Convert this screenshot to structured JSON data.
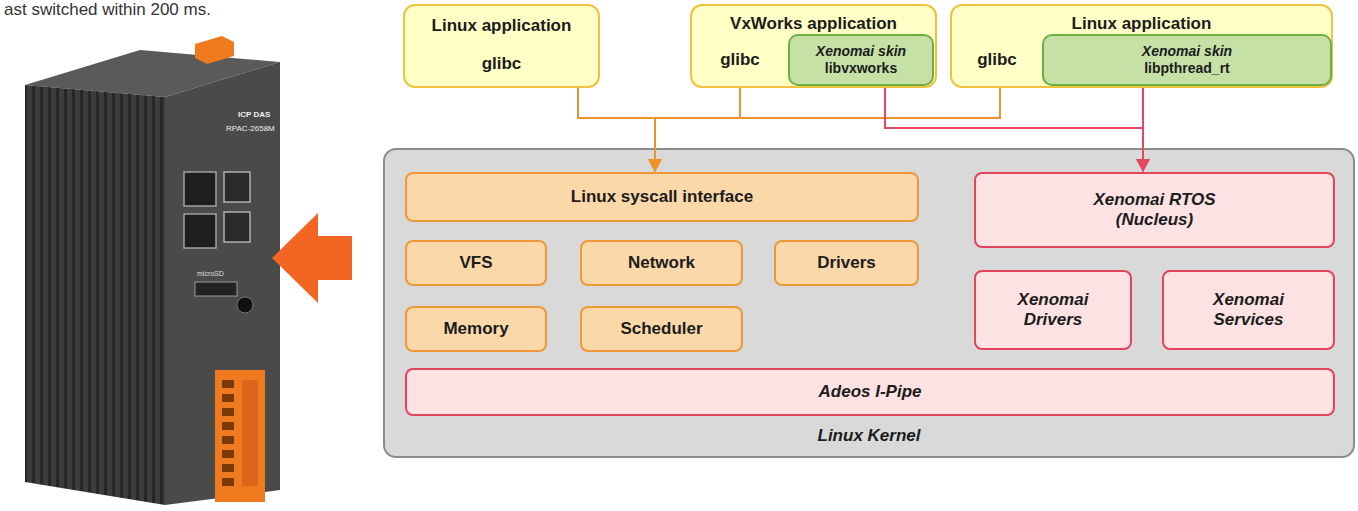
{
  "diagram": {
    "nodes": [
      {
        "text": [
          "Linux application",
          "glibc"
        ]
      },
      {
        "text": [
          "VxWorks application",
          "glibc"
        ]
      },
      {
        "text": [
          "Xenomai skin",
          "libvxworks"
        ],
        "in": 1
      },
      {
        "text": [
          "Linux application",
          "glibc"
        ]
      },
      {
        "text": [
          "Xenomai skin",
          "libpthread_rt"
        ],
        "in": 3
      },
      {
        "text": [
          "Linux Kernel"
        ]
      },
      {
        "text": [
          "Linux syscall interface"
        ],
        "in": 5
      },
      {
        "text": [
          "VFS"
        ],
        "in": 5
      },
      {
        "text": [
          "Network"
        ],
        "in": 5
      },
      {
        "text": [
          "Drivers"
        ],
        "in": 5
      },
      {
        "text": [
          "Memory"
        ],
        "in": 5
      },
      {
        "text": [
          "Scheduler"
        ],
        "in": 5
      },
      {
        "text": [
          "Xenomai RTOS (Nucleus)"
        ],
        "in": 5
      },
      {
        "text": [
          "Xenomai Drivers"
        ],
        "in": 5
      },
      {
        "text": [
          "Xenomai Services"
        ],
        "in": 5
      },
      {
        "text": [
          "Adeos I-Pipe"
        ],
        "in": 5
      }
    ],
    "edges": [
      {
        "from": 0,
        "to": 6,
        "arrow": "to"
      },
      {
        "from": 1,
        "to": 6,
        "arrow": "to"
      },
      {
        "from": 3,
        "to": 6,
        "arrow": "to"
      },
      {
        "from": 2,
        "to": 12,
        "arrow": "to"
      },
      {
        "from": 4,
        "to": 12,
        "arrow": "to"
      }
    ],
    "labels": [
      "ast switched within 200 ms.",
      "ICP DAS",
      "RPAC-2658M",
      "microSD"
    ]
  }
}
